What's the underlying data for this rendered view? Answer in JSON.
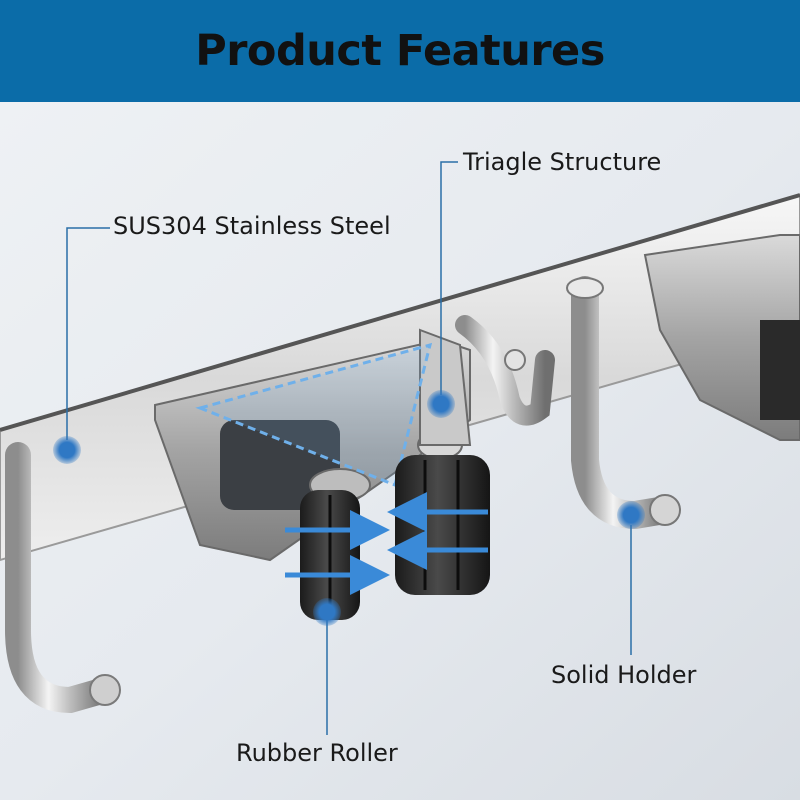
{
  "banner": {
    "title": "Product Features",
    "bg_color": "#0b6ca8"
  },
  "callouts": {
    "steel": "SUS304 Stainless Steel",
    "triangle": "Triagle Structure",
    "solid_holder": "Solid Holder",
    "rubber_roller": "Rubber Roller"
  },
  "colors": {
    "leader": "#2a6fa8",
    "dot": "#2f78c4",
    "arrow": "#3a8ad8"
  },
  "icons": [
    "hook-icon",
    "roller-clip-icon",
    "arrow-icon"
  ]
}
